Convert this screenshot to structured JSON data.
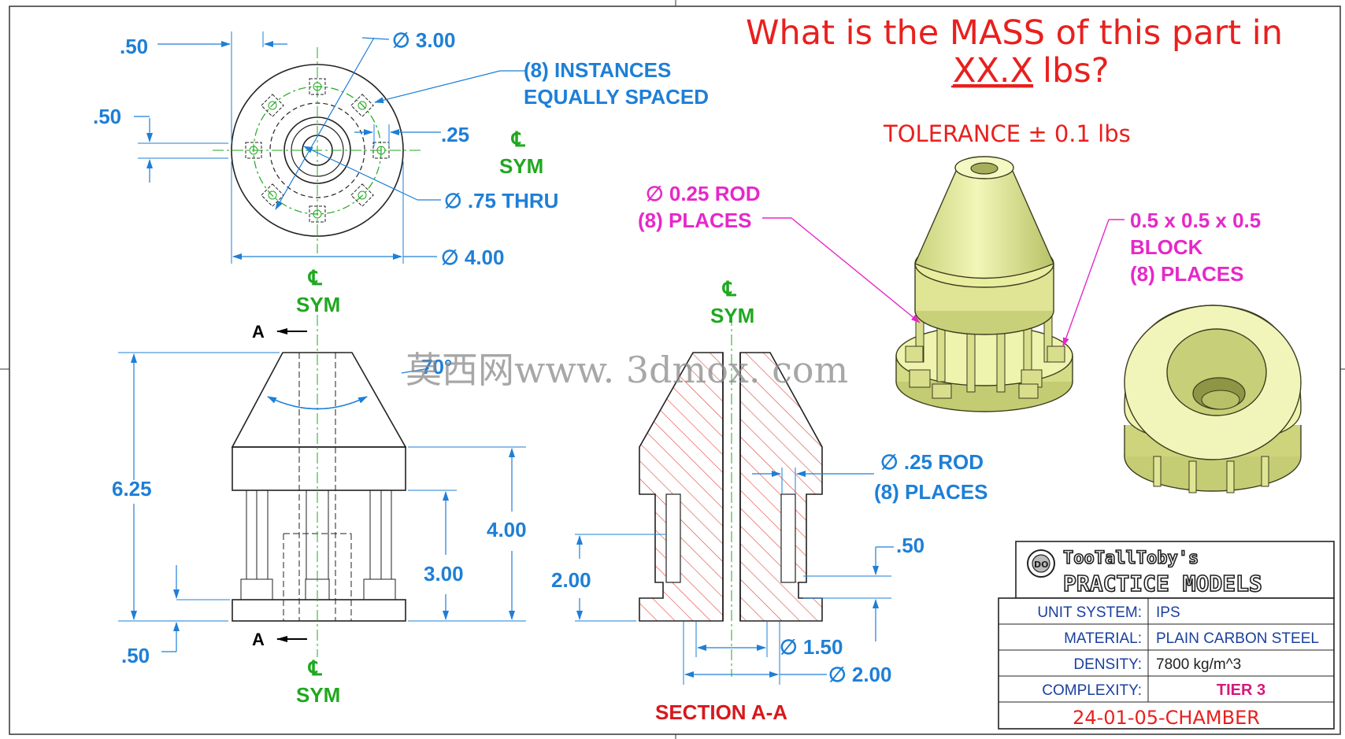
{
  "question": {
    "line1": "What is the MASS of this part in",
    "line2_underlined": "XX.X",
    "line2_rest": "lbs?",
    "tolerance": "TOLERANCE ± 0.1 lbs"
  },
  "top_view": {
    "dim_left_top": ".50",
    "dim_left_mid": ".50",
    "dia_3": "∅ 3.00",
    "instances_line1": "(8) INSTANCES",
    "instances_line2": "EQUALLY SPACED",
    "dim_25": ".25",
    "hole": "∅ .75 THRU",
    "dia_4": "∅ 4.00"
  },
  "centerline": {
    "symbol": "℄",
    "label": "SYM"
  },
  "front_view": {
    "section_mark": "A",
    "angle": "70°",
    "height_total": "6.25",
    "height_400": "4.00",
    "height_300": "3.00",
    "base": ".50"
  },
  "section_view": {
    "title": "SECTION A-A",
    "height_200": "2.00",
    "rod_line1": "∅ .25 ROD",
    "rod_line2": "(8) PLACES",
    "dim_50": ".50",
    "dia_150": "∅ 1.50",
    "dia_200": "∅ 2.00"
  },
  "iso_view": {
    "rod_line1": "∅ 0.25 ROD",
    "rod_line2": "(8) PLACES",
    "block_line1": "0.5 x 0.5 x 0.5",
    "block_line2": "BLOCK",
    "block_line3": "(8) PLACES"
  },
  "watermark": "莫西网www. 3dmox. com",
  "title_block": {
    "logo_line1": "TooTallToby's",
    "logo_line2": "PRACTICE MODELS",
    "rows": [
      {
        "label": "UNIT SYSTEM:",
        "value": "IPS"
      },
      {
        "label": "MATERIAL:",
        "value": "PLAIN CARBON STEEL"
      },
      {
        "label": "DENSITY:",
        "value": "7800 kg/m^3"
      },
      {
        "label": "COMPLEXITY:",
        "value": "TIER 3"
      }
    ],
    "part_number": "24-01-05-CHAMBER"
  },
  "colors": {
    "dimension": "#1e7fd6",
    "centerline": "#1fa81f",
    "callout": "#e628c8",
    "question": "#e8201e",
    "hatch": "#e0443a",
    "part": "#eaf0a4"
  }
}
